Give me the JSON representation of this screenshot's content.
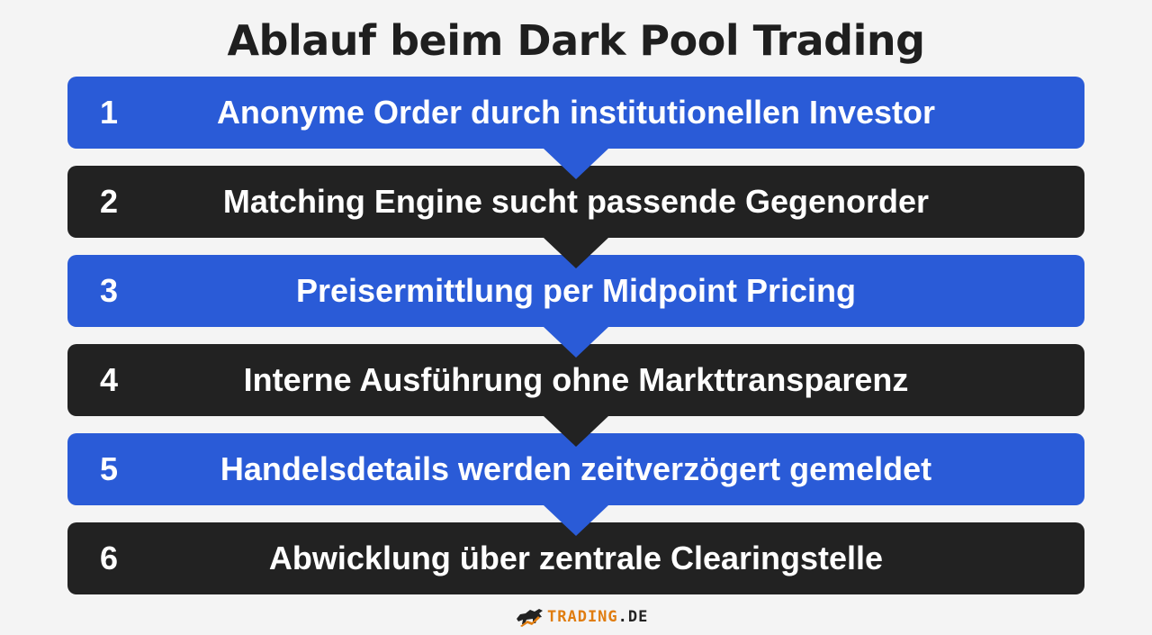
{
  "title": "Ablauf beim Dark Pool Trading",
  "steps": [
    {
      "number": "1",
      "label": "Anonyme Order durch institutionellen Investor",
      "color": "#2a5bd7"
    },
    {
      "number": "2",
      "label": "Matching Engine sucht passende Gegenorder",
      "color": "#222222"
    },
    {
      "number": "3",
      "label": "Preisermittlung per Midpoint Pricing",
      "color": "#2a5bd7"
    },
    {
      "number": "4",
      "label": "Interne Ausführung ohne Markttransparenz",
      "color": "#222222"
    },
    {
      "number": "5",
      "label": "Handelsdetails werden zeitverzögert gemeldet",
      "color": "#2a5bd7"
    },
    {
      "number": "6",
      "label": "Abwicklung über zentrale Clearingstelle",
      "color": "#222222"
    }
  ],
  "logo": {
    "name": "TRADING",
    "tld": ".DE",
    "icon": "bull-icon",
    "accent": "#e07d10"
  }
}
